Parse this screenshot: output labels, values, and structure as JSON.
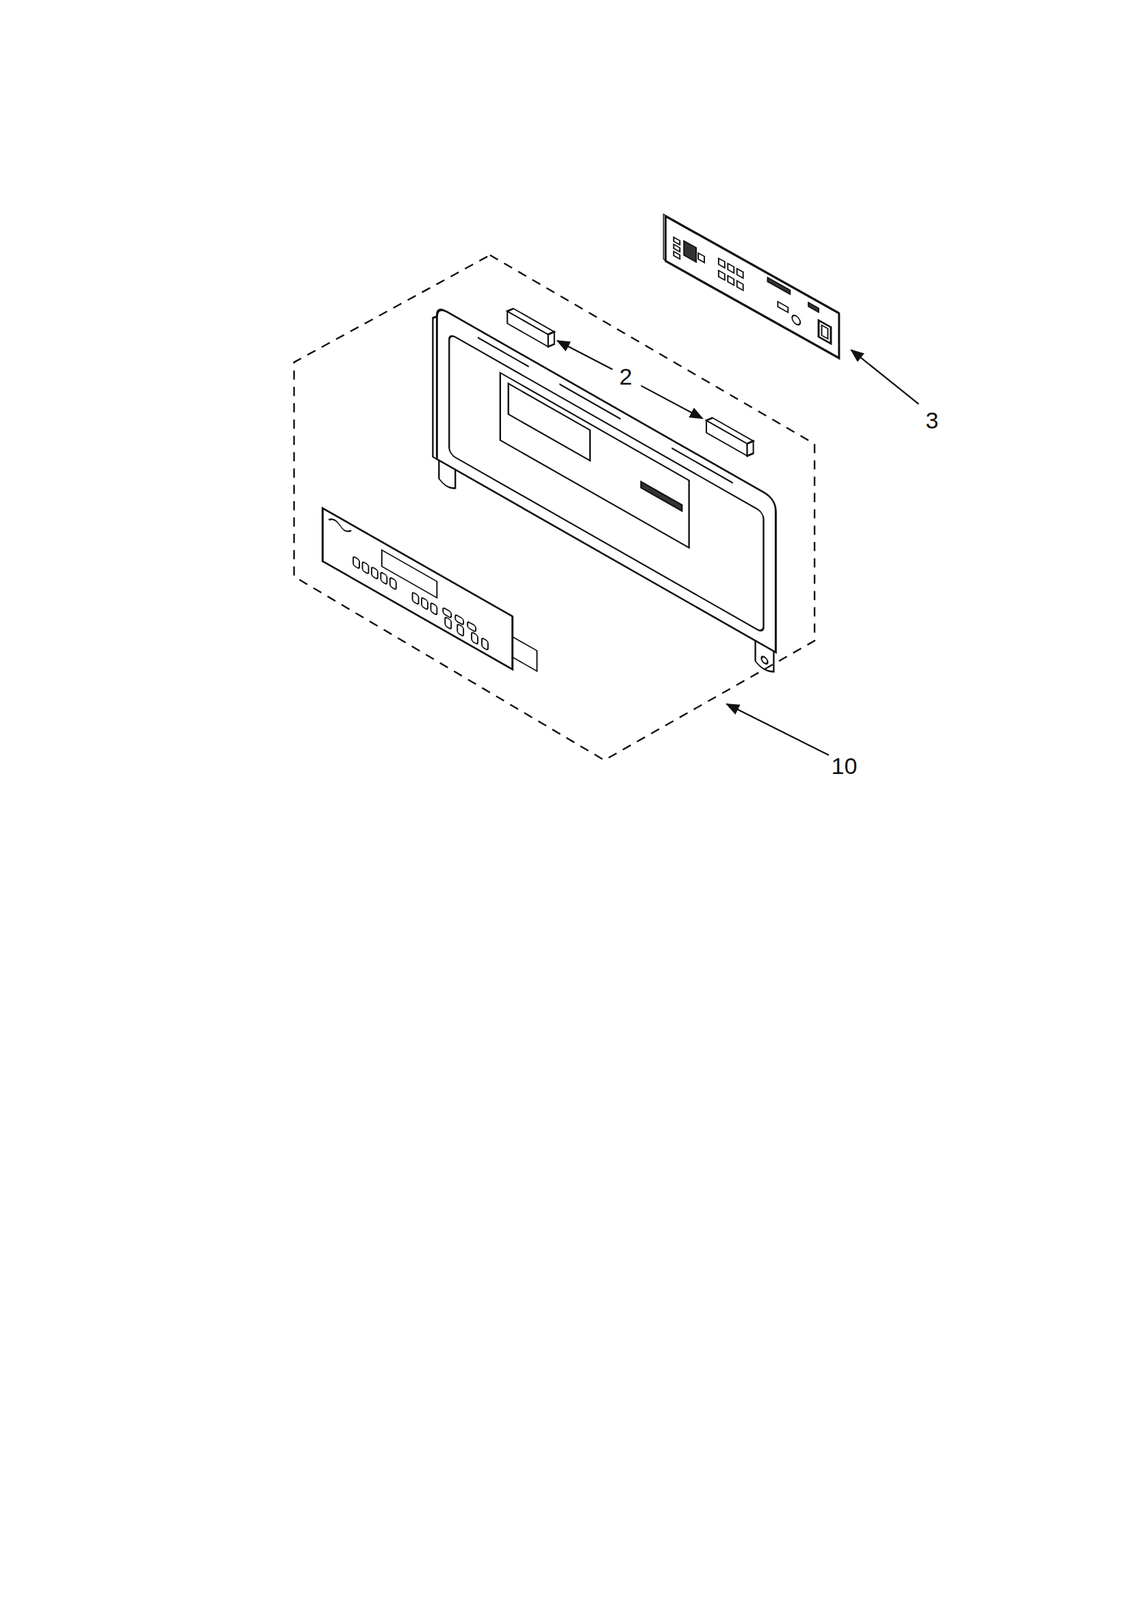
{
  "diagram": {
    "labels": [
      "2",
      "3",
      "10"
    ]
  }
}
